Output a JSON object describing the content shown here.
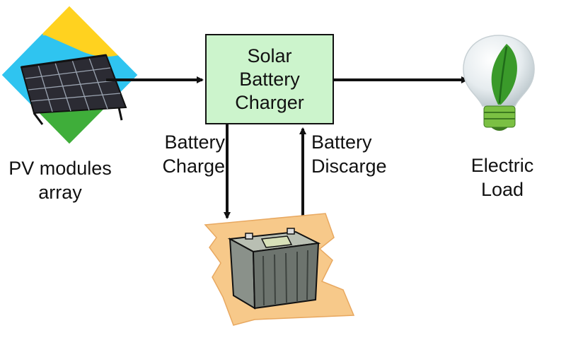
{
  "pv": {
    "label_line1": "PV modules",
    "label_line2": "array"
  },
  "charger": {
    "line1": "Solar",
    "line2": "Battery",
    "line3": "Charger"
  },
  "battery_charge": {
    "line1": "Battery",
    "line2": "Charge"
  },
  "battery_discharge": {
    "line1": "Battery",
    "line2": "Discarge"
  },
  "load": {
    "line1": "Electric",
    "line2": "Load"
  },
  "colors": {
    "charger_fill": "#ccf4cc",
    "sun": "#ffd21f",
    "sky": "#2fc4f0",
    "grass": "#3fae3a",
    "leaf": "#3a9a2a",
    "battery_mat": "#f7c98a"
  }
}
